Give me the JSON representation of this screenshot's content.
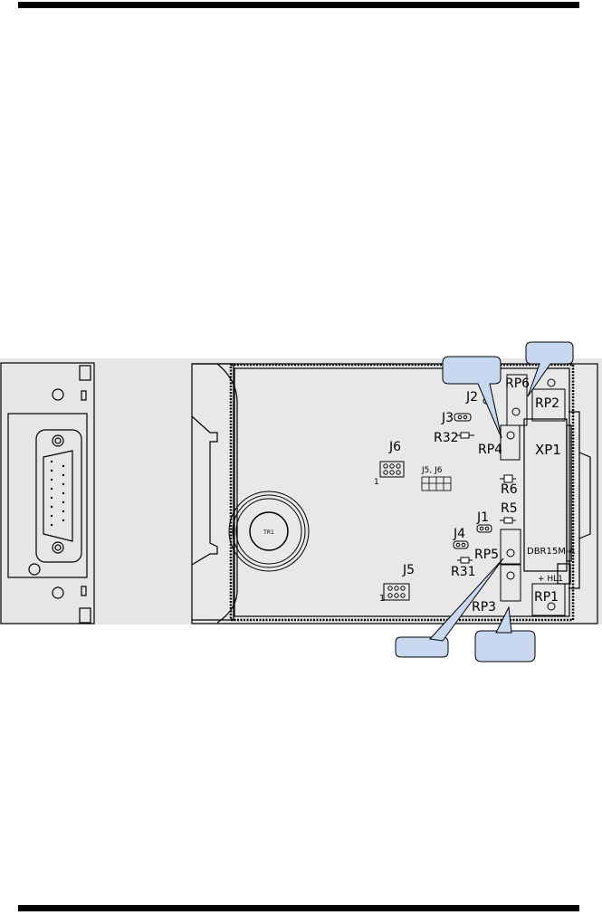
{
  "labels": {
    "rp6": "RP6",
    "rp2": "RP2",
    "j2": "J2",
    "j3": "J3",
    "r32": "R32",
    "rp4": "RP4",
    "xp1": "XP1",
    "j6": "J6",
    "j6_pin": "1",
    "j5j6": "J5, J6",
    "r6": "R6",
    "r5": "R5",
    "j1": "J1",
    "j4": "J4",
    "rp5": "RP5",
    "dbr": "DBR15M-A",
    "r31": "R31",
    "j5": "J5",
    "j5_pin": "1",
    "hl1": "+ HL1",
    "rp1": "RP1",
    "rp3": "RP3",
    "tr1": "TR1"
  },
  "colors": {
    "callout_fill": "#c8d8f0",
    "board_fill": "#e6e6e6",
    "line": "#000000"
  }
}
